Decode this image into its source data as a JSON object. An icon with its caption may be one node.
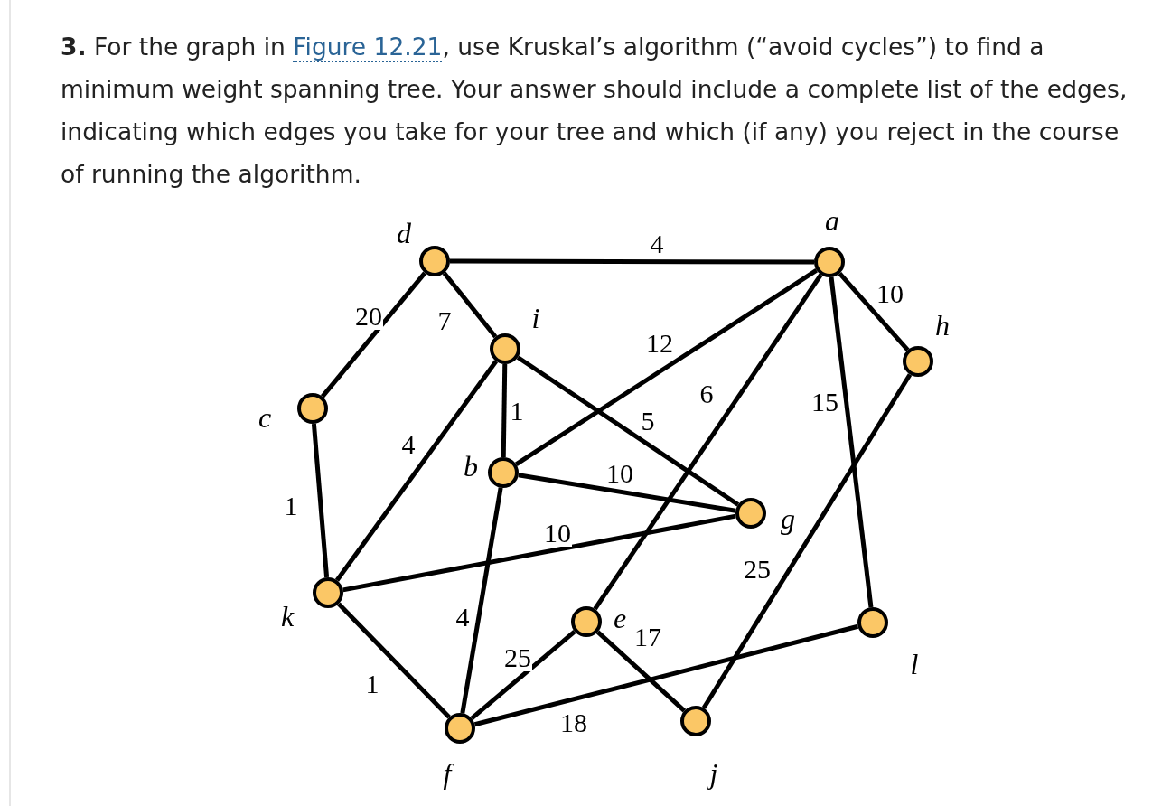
{
  "diagram": {
    "nodes": [
      {
        "text": [],
        "shape": "circle",
        "beside": [
          "d"
        ]
      },
      {
        "text": [],
        "shape": "circle",
        "beside": [
          "a"
        ]
      },
      {
        "text": [],
        "shape": "circle",
        "beside": [
          "i"
        ]
      },
      {
        "text": [],
        "shape": "circle",
        "beside": [
          "h"
        ]
      },
      {
        "text": [],
        "shape": "circle",
        "beside": [
          "c"
        ]
      },
      {
        "text": [],
        "shape": "circle",
        "beside": [
          "b"
        ]
      },
      {
        "text": [],
        "shape": "circle",
        "beside": [
          "g"
        ]
      },
      {
        "text": [],
        "shape": "circle",
        "beside": [
          "k"
        ]
      },
      {
        "text": [],
        "shape": "circle",
        "beside": [
          "e"
        ]
      },
      {
        "text": [],
        "shape": "circle",
        "beside": [
          "l"
        ]
      },
      {
        "text": [],
        "shape": "circle",
        "beside": [
          "f"
        ]
      },
      {
        "text": [],
        "shape": "circle",
        "beside": [
          "j"
        ]
      }
    ],
    "edges": [
      {
        "from": 0,
        "to": 1,
        "arrow": "none",
        "label": "4"
      },
      {
        "from": 0,
        "to": 4,
        "arrow": "none",
        "label": "20"
      },
      {
        "from": 0,
        "to": 2,
        "arrow": "none",
        "label": "7"
      },
      {
        "from": 1,
        "to": 5,
        "arrow": "none",
        "label": "12"
      },
      {
        "from": 1,
        "to": 8,
        "arrow": "none",
        "label": "6"
      },
      {
        "from": 1,
        "to": 3,
        "arrow": "none",
        "label": "10"
      },
      {
        "from": 1,
        "to": 9,
        "arrow": "none",
        "label": "15"
      },
      {
        "from": 2,
        "to": 5,
        "arrow": "none",
        "label": "1"
      },
      {
        "from": 2,
        "to": 6,
        "arrow": "none",
        "label": "5"
      },
      {
        "from": 2,
        "to": 7,
        "arrow": "none",
        "label": "4"
      },
      {
        "from": 5,
        "to": 6,
        "arrow": "none",
        "label": "10"
      },
      {
        "from": 5,
        "to": 10,
        "arrow": "none",
        "label": "4"
      },
      {
        "from": 7,
        "to": 6,
        "arrow": "none",
        "label": "10"
      },
      {
        "from": 4,
        "to": 7,
        "arrow": "none",
        "label": "1"
      },
      {
        "from": 7,
        "to": 10,
        "arrow": "none",
        "label": "1"
      },
      {
        "from": 3,
        "to": 11,
        "arrow": "none",
        "label": "25"
      },
      {
        "from": 8,
        "to": 10,
        "arrow": "none",
        "label": "25"
      },
      {
        "from": 8,
        "to": 11,
        "arrow": "none",
        "label": "17"
      },
      {
        "from": 10,
        "to": 9,
        "arrow": "none",
        "label": "18"
      }
    ],
    "labels": [
      "**3.** For the graph in",
      "Figure 12.21",
      ", use Kruskal’s algorithm (“avoid cycles”) to find a minimum weight spanning tree. Your answer should include a complete list of the edges, indicating which edges you take for your tree and which (if any) you reject in the course of running the algorithm."
    ]
  }
}
